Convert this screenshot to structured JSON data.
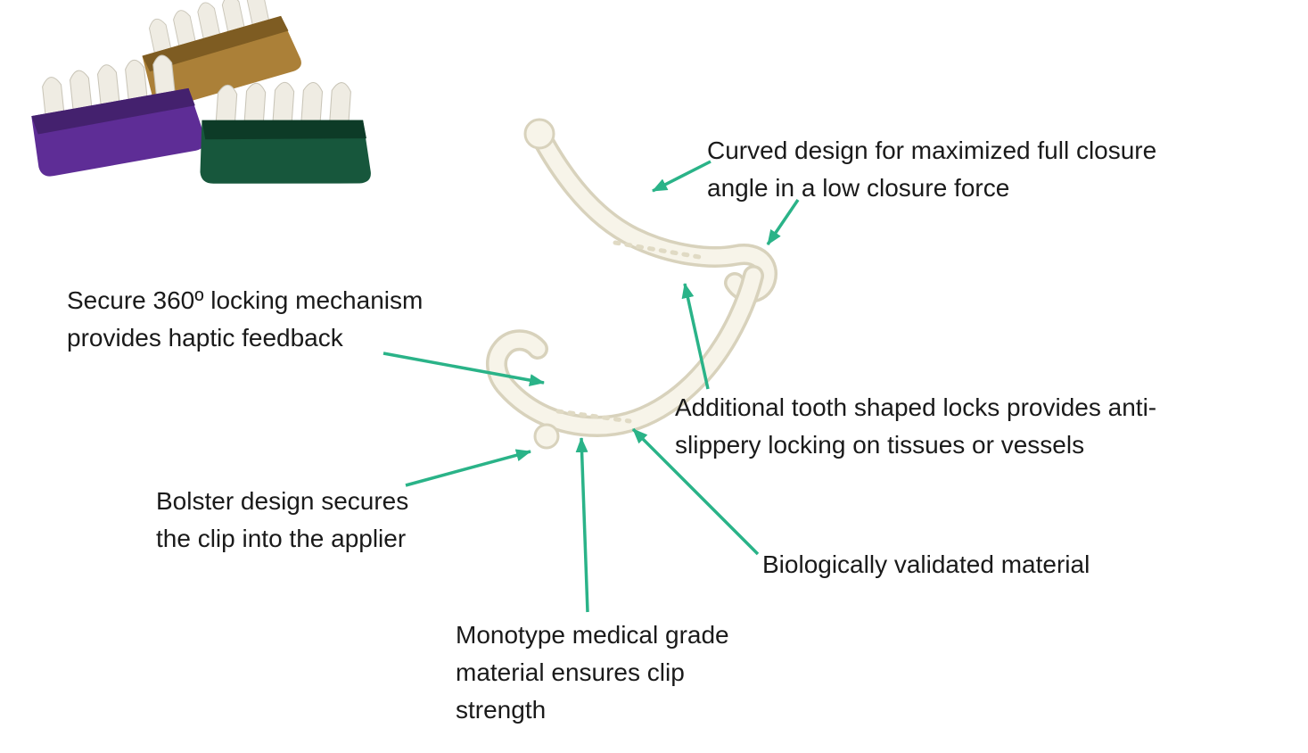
{
  "figure": {
    "background": "#ffffff",
    "text_color": "#1a1a1a",
    "arrow_color": "#2ab388",
    "clip_fill": "#f7f4e9",
    "clip_outline": "#d8d2bc",
    "clip_teeth": "#e0dac4"
  },
  "cartridges": {
    "description": "three-polymer-clip-cartridges-photo",
    "clip_white": "#efece3",
    "clip_white_edge": "#c9c5b8",
    "gold": "#ab8038",
    "gold_dark": "#7e5c22",
    "purple": "#5e2d96",
    "purple_dark": "#44216e",
    "green": "#17573c",
    "green_dark": "#0d3b27"
  },
  "annotations": {
    "curved_design": {
      "lines": [
        "Curved design for maximized full closure",
        "angle in a low closure force"
      ]
    },
    "locking_mechanism": {
      "lines": [
        "Secure 360º locking mechanism",
        "provides haptic feedback"
      ]
    },
    "tooth_locks": {
      "lines": [
        "Additional tooth shaped locks provides anti-",
        "slippery locking on tissues or vessels"
      ]
    },
    "bolster": {
      "lines": [
        "Bolster design secures",
        "the clip into the applier"
      ]
    },
    "biologically_validated": {
      "lines": [
        "Biologically validated material"
      ]
    },
    "monotype_material": {
      "lines": [
        "Monotype medical grade",
        "material ensures clip",
        "strength"
      ]
    }
  }
}
